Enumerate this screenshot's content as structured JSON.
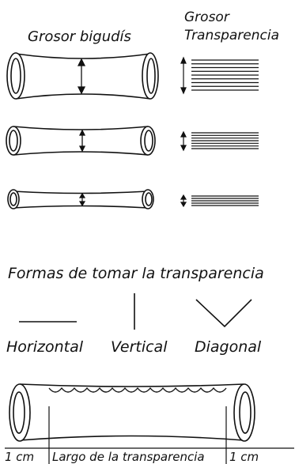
{
  "headers": {
    "curler_thickness": "Grosor bigudís",
    "transparency_thickness_line1": "Grosor",
    "transparency_thickness_line2": "Transparencia"
  },
  "section_title": "Formas de tomar la transparencia",
  "orientations": {
    "horizontal": "Horizontal",
    "vertical": "Vertical",
    "diagonal": "Diagonal"
  },
  "measure": {
    "left_margin": "1 cm",
    "middle": "Largo de la transparencia",
    "right_margin": "1 cm"
  },
  "line_counts": [
    9,
    7,
    5
  ],
  "colors": {
    "ink": "#111111",
    "background": "#ffffff"
  }
}
